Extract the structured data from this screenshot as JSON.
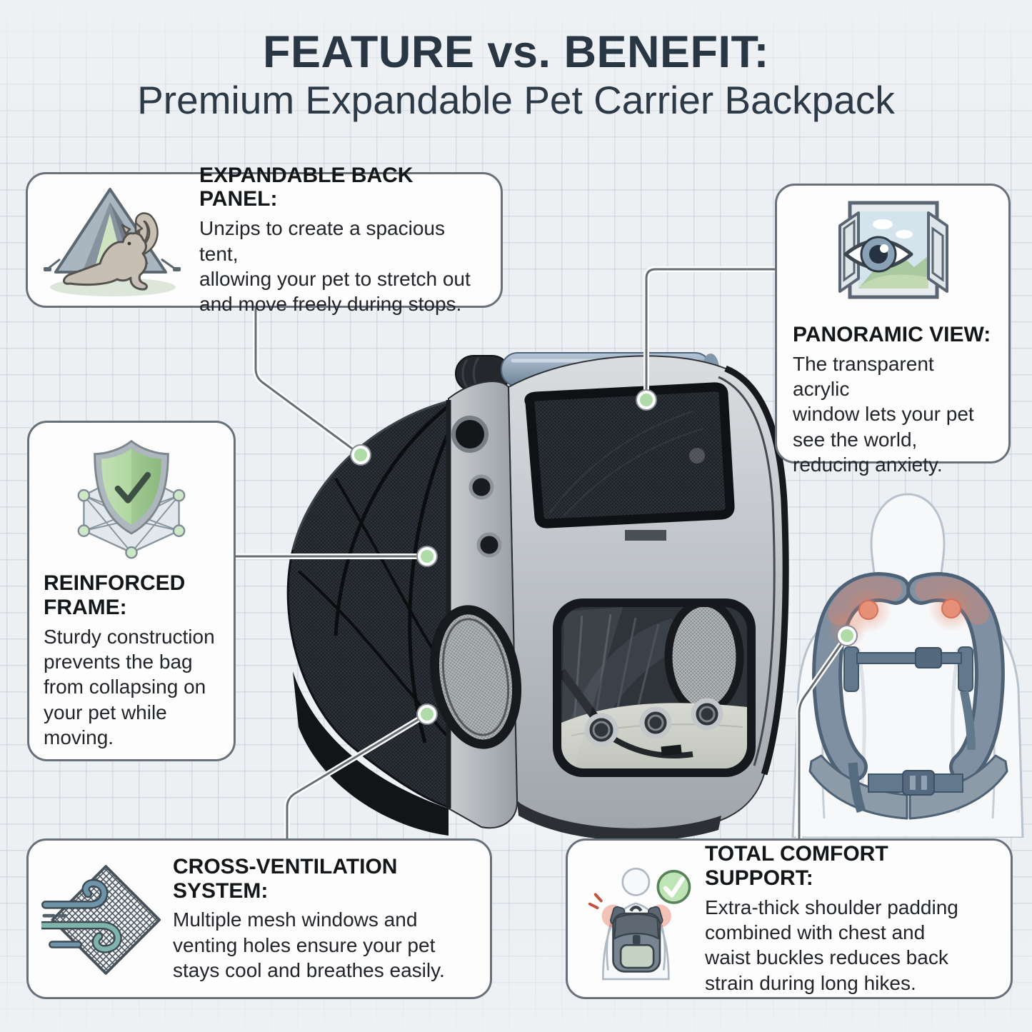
{
  "title": "FEATURE vs. BENEFIT:",
  "subtitle": "Premium Expandable Pet Carrier Backpack",
  "callouts": {
    "expandable_back_panel": {
      "heading_lines": [
        "EXPANDABLE BACK PANEL:"
      ],
      "body_lines": [
        "Unzips to create a spacious tent,",
        "allowing your pet to stretch out",
        "and move freely during stops."
      ],
      "icon": "tent-cat-icon"
    },
    "panoramic_view": {
      "heading_lines": [
        "PANORAMIC VIEW:"
      ],
      "body_lines": [
        "The transparent acrylic",
        "window lets your pet",
        "see the world,",
        "reducing anxiety."
      ],
      "icon": "window-eye-icon"
    },
    "reinforced_frame": {
      "heading_lines": [
        "REINFORCED",
        "FRAME:"
      ],
      "body_lines": [
        "Sturdy construction",
        "prevents the bag",
        "from collapsing on",
        "your pet while",
        "moving."
      ],
      "icon": "shield-frame-icon"
    },
    "cross_ventilation_system": {
      "heading_lines": [
        "CROSS-VENTILATION",
        "SYSTEM:"
      ],
      "body_lines": [
        "Multiple mesh windows and",
        "venting holes ensure your pet",
        "stays cool and breathes easily."
      ],
      "icon": "mesh-wind-icon"
    },
    "total_comfort_support": {
      "heading_lines": [
        "TOTAL COMFORT SUPPORT:"
      ],
      "body_lines": [
        "Extra-thick shoulder padding",
        "combined with chest and",
        "waist buckles reduces back",
        "strain during long hikes."
      ],
      "icon": "backpack-person-icon"
    }
  },
  "colors": {
    "background": "#edf0f3",
    "grid_line": "#dfe4ea",
    "box_border": "#68707a",
    "box_background": "#fdfdfe",
    "title_text": "#293644",
    "heading_text": "#141719",
    "body_text": "#212529",
    "connector_line": "#676d73",
    "callout_dot_green": "#aedba6",
    "handle_blue": "#8da2b8",
    "bag_gray": "#aab0b5",
    "mesh_black": "#1f2328",
    "shoulder_stress_orange": "#e8927a",
    "check_green": "#9fd79a"
  }
}
